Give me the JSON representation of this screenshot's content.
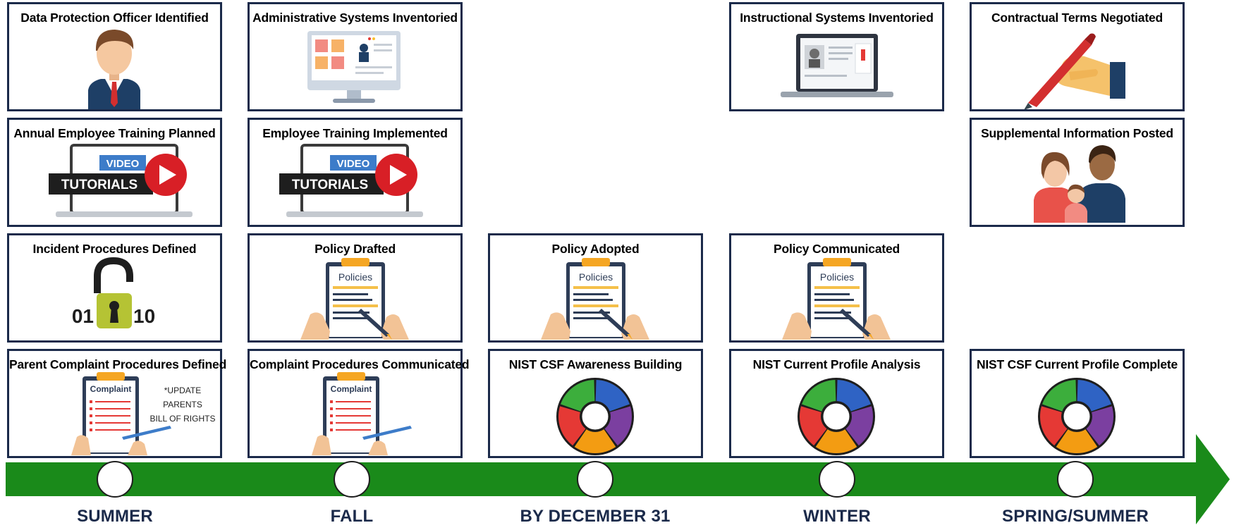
{
  "colors": {
    "border": "#1b2a4a",
    "arrow": "#1a8a1a",
    "season_text": "#1b2a4a"
  },
  "timeline": {
    "seasons": [
      "SUMMER",
      "FALL",
      "BY DECEMBER 31",
      "WINTER",
      "SPRING/SUMMER"
    ]
  },
  "cards": {
    "dpo": "Data Protection Officer Identified",
    "admin_systems": "Administrative Systems Inventoried",
    "instructional_systems": "Instructional Systems Inventoried",
    "contractual": "Contractual Terms Negotiated",
    "annual_training": "Annual Employee Training Planned",
    "training_implemented": "Employee Training Implemented",
    "supplemental": "Supplemental Information Posted",
    "incident": "Incident Procedures Defined",
    "policy_drafted": "Policy Drafted",
    "policy_adopted": "Policy Adopted",
    "policy_communicated": "Policy Communicated",
    "parent_complaint": "Parent Complaint Procedures Defined",
    "complaint_communicated": "Complaint Procedures Communicated",
    "nist_awareness": "NIST CSF Awareness Building",
    "nist_analysis": "NIST Current Profile Analysis",
    "nist_complete": "NIST CSF Current Profile Complete"
  },
  "art_text": {
    "video": "VIDEO",
    "tutorials": "TUTORIALS",
    "policies": "Policies",
    "complaint": "Complaint",
    "lock_left": "01",
    "lock_right": "10",
    "update_note_line1": "*UPDATE PARENTS",
    "update_note_line2": "BILL OF RIGHTS"
  },
  "icons": [
    "businessman-icon",
    "monitor-icon",
    "laptop-icon",
    "pen-hand-icon",
    "video-tutorials-icon",
    "family-icon",
    "padlock-icon",
    "policies-clipboard-icon",
    "complaint-clipboard-icon",
    "nist-wheel-icon"
  ]
}
